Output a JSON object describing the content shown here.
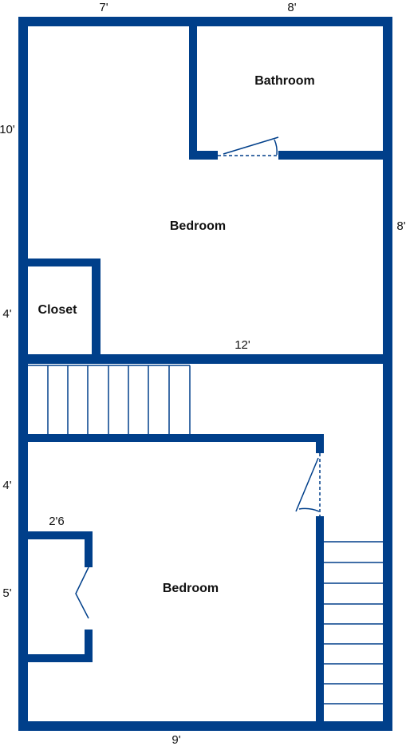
{
  "colors": {
    "wall": "#003F8A",
    "text": "#111111",
    "background": "#FFFFFF"
  },
  "rooms": {
    "bathroom": "Bathroom",
    "bedroom_upper": "Bedroom",
    "closet": "Closet",
    "bedroom_lower": "Bedroom"
  },
  "dimensions": {
    "top_left": "7'",
    "top_right": "8'",
    "left_upper": "10'",
    "left_closet": "4'",
    "right_upper": "8'",
    "middle": "12'",
    "left_hall": "4'",
    "closet_width": "2'6",
    "left_lower": "5'",
    "bottom": "9'"
  }
}
